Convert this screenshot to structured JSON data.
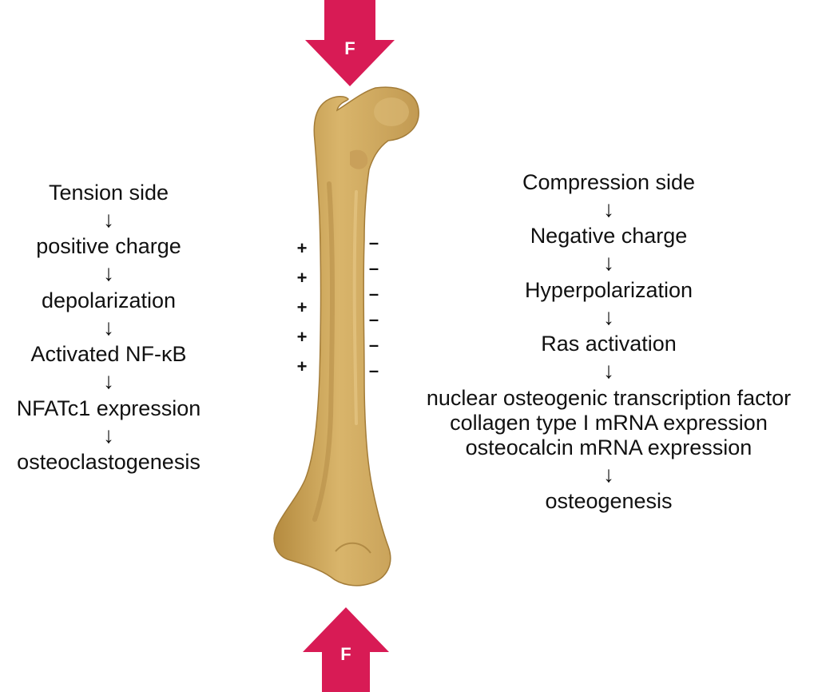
{
  "force_label": "F",
  "tension_chain": [
    "Tension side",
    "positive charge",
    "depolarization",
    "Activated NF-κB",
    "NFATc1 expression",
    "osteoclastogenesis"
  ],
  "compression_chain": [
    [
      "Compression side"
    ],
    [
      "Negative charge"
    ],
    [
      "Hyperpolarization"
    ],
    [
      "Ras activation"
    ],
    [
      "nuclear osteogenic transcription factor",
      "collagen type I mRNA expression",
      "osteocalcin mRNA expression"
    ],
    [
      "osteogenesis"
    ]
  ],
  "chain_arrow": "↓",
  "charges": {
    "plus": [
      "+",
      "+",
      "+",
      "+",
      "+"
    ],
    "minus": [
      "–",
      "–",
      "–",
      "–",
      "–",
      "–"
    ]
  },
  "colors": {
    "arrow": "#d81b55",
    "bone": "#d3ad63",
    "bone_shadow": "#b58b3f",
    "text": "#111111"
  }
}
